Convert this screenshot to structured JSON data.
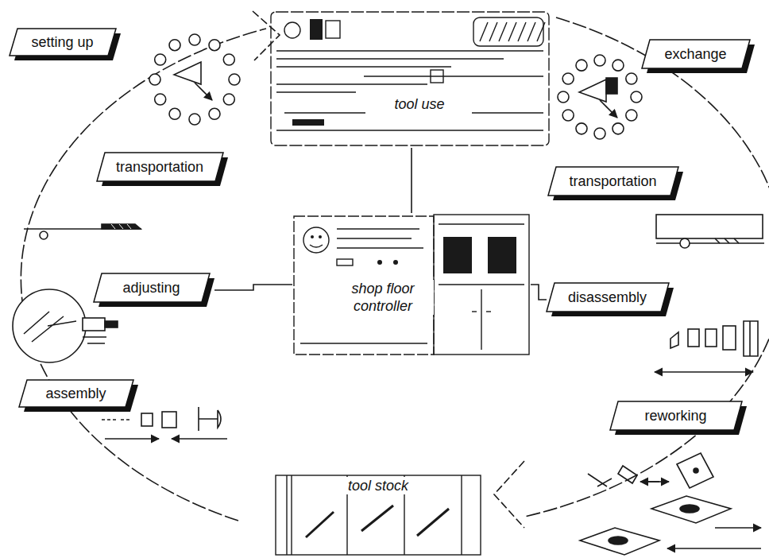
{
  "diagram": {
    "nodes": [
      {
        "text": [
          "setting up"
        ]
      },
      {
        "text": [
          "tool use"
        ]
      },
      {
        "text": [
          "exchange"
        ]
      },
      {
        "text": [
          "transportation"
        ]
      },
      {
        "text": [
          "transportation"
        ]
      },
      {
        "text": [
          "adjusting"
        ]
      },
      {
        "text": [
          "shop floor controller"
        ]
      },
      {
        "text": [
          "disassembly"
        ]
      },
      {
        "text": [
          "assembly"
        ]
      },
      {
        "text": [
          "reworking"
        ]
      },
      {
        "text": [
          "tool stock"
        ]
      }
    ],
    "edges": [
      {
        "from": 6,
        "to": 1,
        "arrow": "none"
      },
      {
        "from": 6,
        "to": 5,
        "arrow": "none"
      },
      {
        "from": 6,
        "to": 7,
        "arrow": "none"
      }
    ]
  }
}
